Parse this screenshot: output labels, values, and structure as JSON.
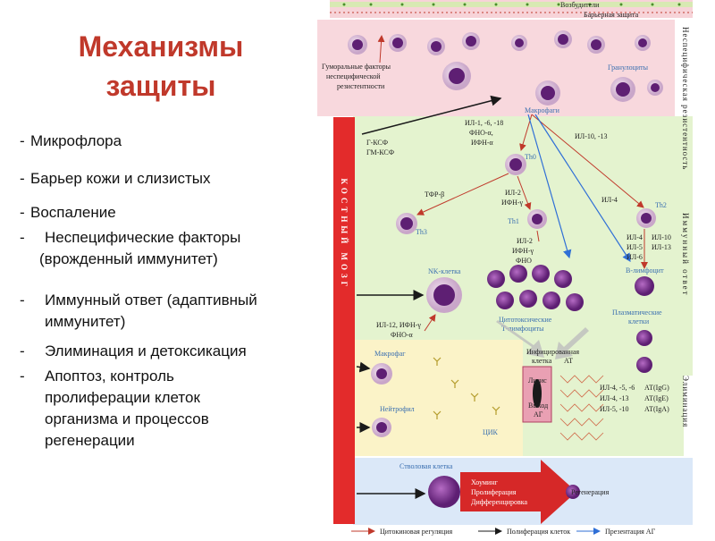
{
  "title": {
    "line1": "Механизмы",
    "line2": "защиты"
  },
  "list": [
    {
      "bullet": "- ",
      "text": "Микрофлора"
    },
    {
      "bullet": "- ",
      "text": "Барьер кожи и слизистых"
    },
    {
      "bullet": "- ",
      "text": "Воспаление"
    },
    {
      "bullet": "-",
      "text": "Неспецифические факторы"
    },
    {
      "bullet": "",
      "text": "(врожденный иммунитет)"
    },
    {
      "bullet": "-",
      "text": "Иммунный ответ (адаптивный"
    },
    {
      "bullet": "",
      "text": "иммунитет)"
    },
    {
      "bullet": "-",
      "text": "Элиминация и детоксикация"
    },
    {
      "bullet": "-",
      "text": "Апоптоз, контроль"
    },
    {
      "bullet": "",
      "text": "пролиферации клеток"
    },
    {
      "bullet": "",
      "text": "организма и процессов"
    },
    {
      "bullet": "",
      "text": "регенерации"
    }
  ],
  "diagram": {
    "top": {
      "pathogens": "Возбудители",
      "barrier": "Барьерная защита"
    },
    "side_nonspecific": "Неспецифическая резистентность",
    "side_immune": "Иммунный ответ",
    "side_elimination": "Элиминация",
    "bone_marrow": "КОСТНЫЙ МОЗГ",
    "humoral": [
      "Гуморальные факторы",
      "неспецифической",
      "резистентности"
    ],
    "granulocytes": "Гранулоциты",
    "macrophages": "Макрофаги",
    "cytokines1": [
      "ИЛ-1, -6, -18",
      "ФНО-α,",
      "ИФН-α"
    ],
    "il10": "ИЛ-10, -13",
    "csf": [
      "Г-КСФ",
      "ГМ-КСФ"
    ],
    "th0": "Th0",
    "tgf": "ТФР-β",
    "il2_ifn": [
      "ИЛ-2",
      "ИФН-γ"
    ],
    "il4": "ИЛ-4",
    "th3": "Th3",
    "th1": "Th1",
    "th2": "Th2",
    "th1_cytokines": [
      "ИЛ-2",
      "ИФН-γ",
      "ФНО"
    ],
    "th2_cytokines_left": [
      "ИЛ-4",
      "ИЛ-5",
      "ИЛ-6"
    ],
    "th2_cytokines_right": [
      "ИЛ-10",
      "ИЛ-13"
    ],
    "nk": "NK-клетка",
    "b_cell": "В-лимфоцит",
    "ctl": [
      "Цитотоксические",
      "Т-лимфоциты"
    ],
    "plasma": [
      "Плазматические",
      "клетки"
    ],
    "il12": [
      "ИЛ-12, ИФН-γ",
      "ФНО-α"
    ],
    "macrophage_low": "Макрофаг",
    "infected": [
      "Инфицированная",
      "клетка"
    ],
    "lysis": [
      "Лизис",
      "Выход",
      "АГ"
    ],
    "at": "АТ",
    "neutrophil": "Нейтрофил",
    "cik": "ЦИК",
    "ig": [
      {
        "il": "ИЛ-4, -5, -6",
        "at": "АТ(IgG)"
      },
      {
        "il": "ИЛ-4, -13",
        "at": "АТ(IgE)"
      },
      {
        "il": "ИЛ-5, -10",
        "at": "АТ(IgA)"
      }
    ],
    "stem": "Стволовая клетка",
    "homing": [
      "Хоуминг",
      "Пролиферация",
      "Дифференцировка"
    ],
    "regen": "Регенерация",
    "legend": [
      "Цитокиновая регуляция",
      "Полиферация клеток",
      "Презентация АГ"
    ],
    "colors": {
      "regulation": "#c0392b",
      "proliferation": "#2c3e50",
      "presentation": "#2f6fd6",
      "bone": "#e32b2b"
    }
  }
}
